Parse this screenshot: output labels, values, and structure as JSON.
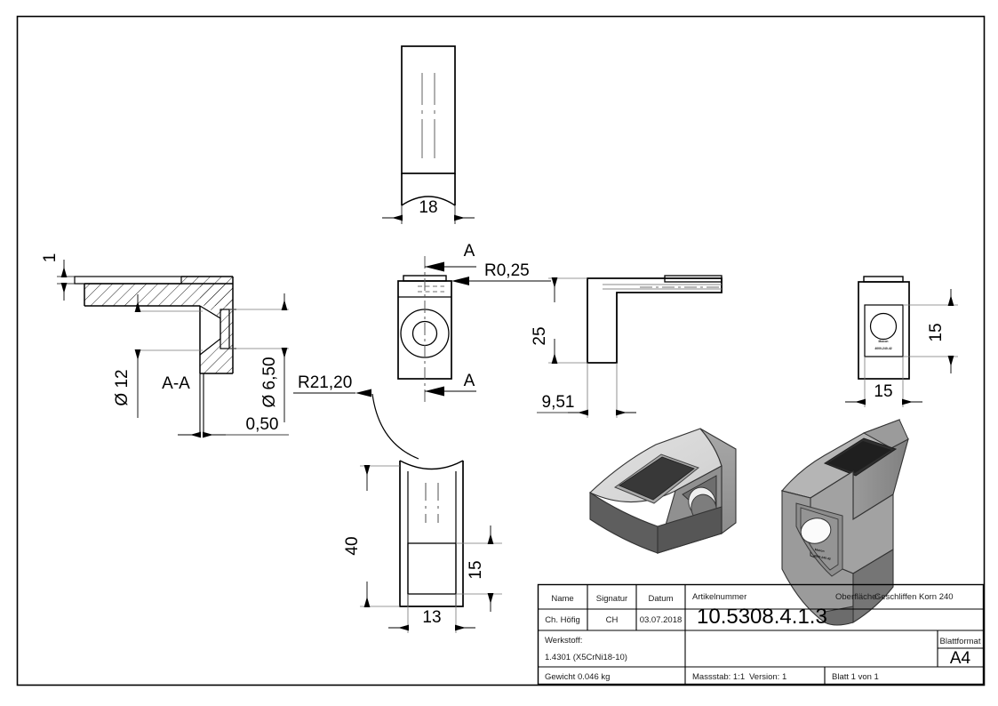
{
  "sheet": {
    "format": "A4",
    "border_color": "#000000"
  },
  "views": {
    "top_view": {
      "name": "top-view",
      "dimension_width": "18"
    },
    "section_view": {
      "name": "section-a-a",
      "label": "A-A",
      "dim_bore_large": "Ø 12",
      "dim_bore_small": "Ø 6,50",
      "dim_thickness_small": "0,50",
      "dim_plate": "1"
    },
    "front_view": {
      "name": "front-view",
      "section_mark_top": "A",
      "section_mark_bottom": "A",
      "radius_callout": "R0,25"
    },
    "side_view": {
      "name": "side-view",
      "dim_height": "25",
      "dim_depth": "9,51"
    },
    "right_view": {
      "name": "right-view",
      "dim_height": "15",
      "dim_width": "15",
      "label_line1": "Mocon",
      "label_line2": "4000-240-42"
    },
    "bottom_view": {
      "name": "bottom-view",
      "radius_callout": "R21,20",
      "dim_height": "40",
      "dim_pad_height": "15",
      "dim_width": "13"
    },
    "iso_view_1": {
      "name": "isometric-view-left"
    },
    "iso_view_2": {
      "name": "isometric-view-right"
    }
  },
  "title_block": {
    "headers": {
      "name": "Name",
      "signatur": "Signatur",
      "datum": "Datum"
    },
    "values": {
      "name": "Ch. Höfig",
      "signatur": "CH",
      "datum": "03.07.2018"
    },
    "artikelnummer_label": "Artikelnummer",
    "artikelnummer_value": "10.5308.4.1.3",
    "oberflaeche_label": "Oberfläche:",
    "oberflaeche_value": "Geschliffen Korn 240",
    "werkstoff_label": "Werkstoff:",
    "werkstoff_value": "1.4301 (X5CrNi18-10)",
    "blattformat_label": "Blattformat",
    "blattformat_value": "A4",
    "gewicht": "Gewicht 0.046 kg",
    "massstab": "Massstab: 1:1",
    "version": "Version: 1",
    "blatt": "Blatt 1 von 1"
  }
}
